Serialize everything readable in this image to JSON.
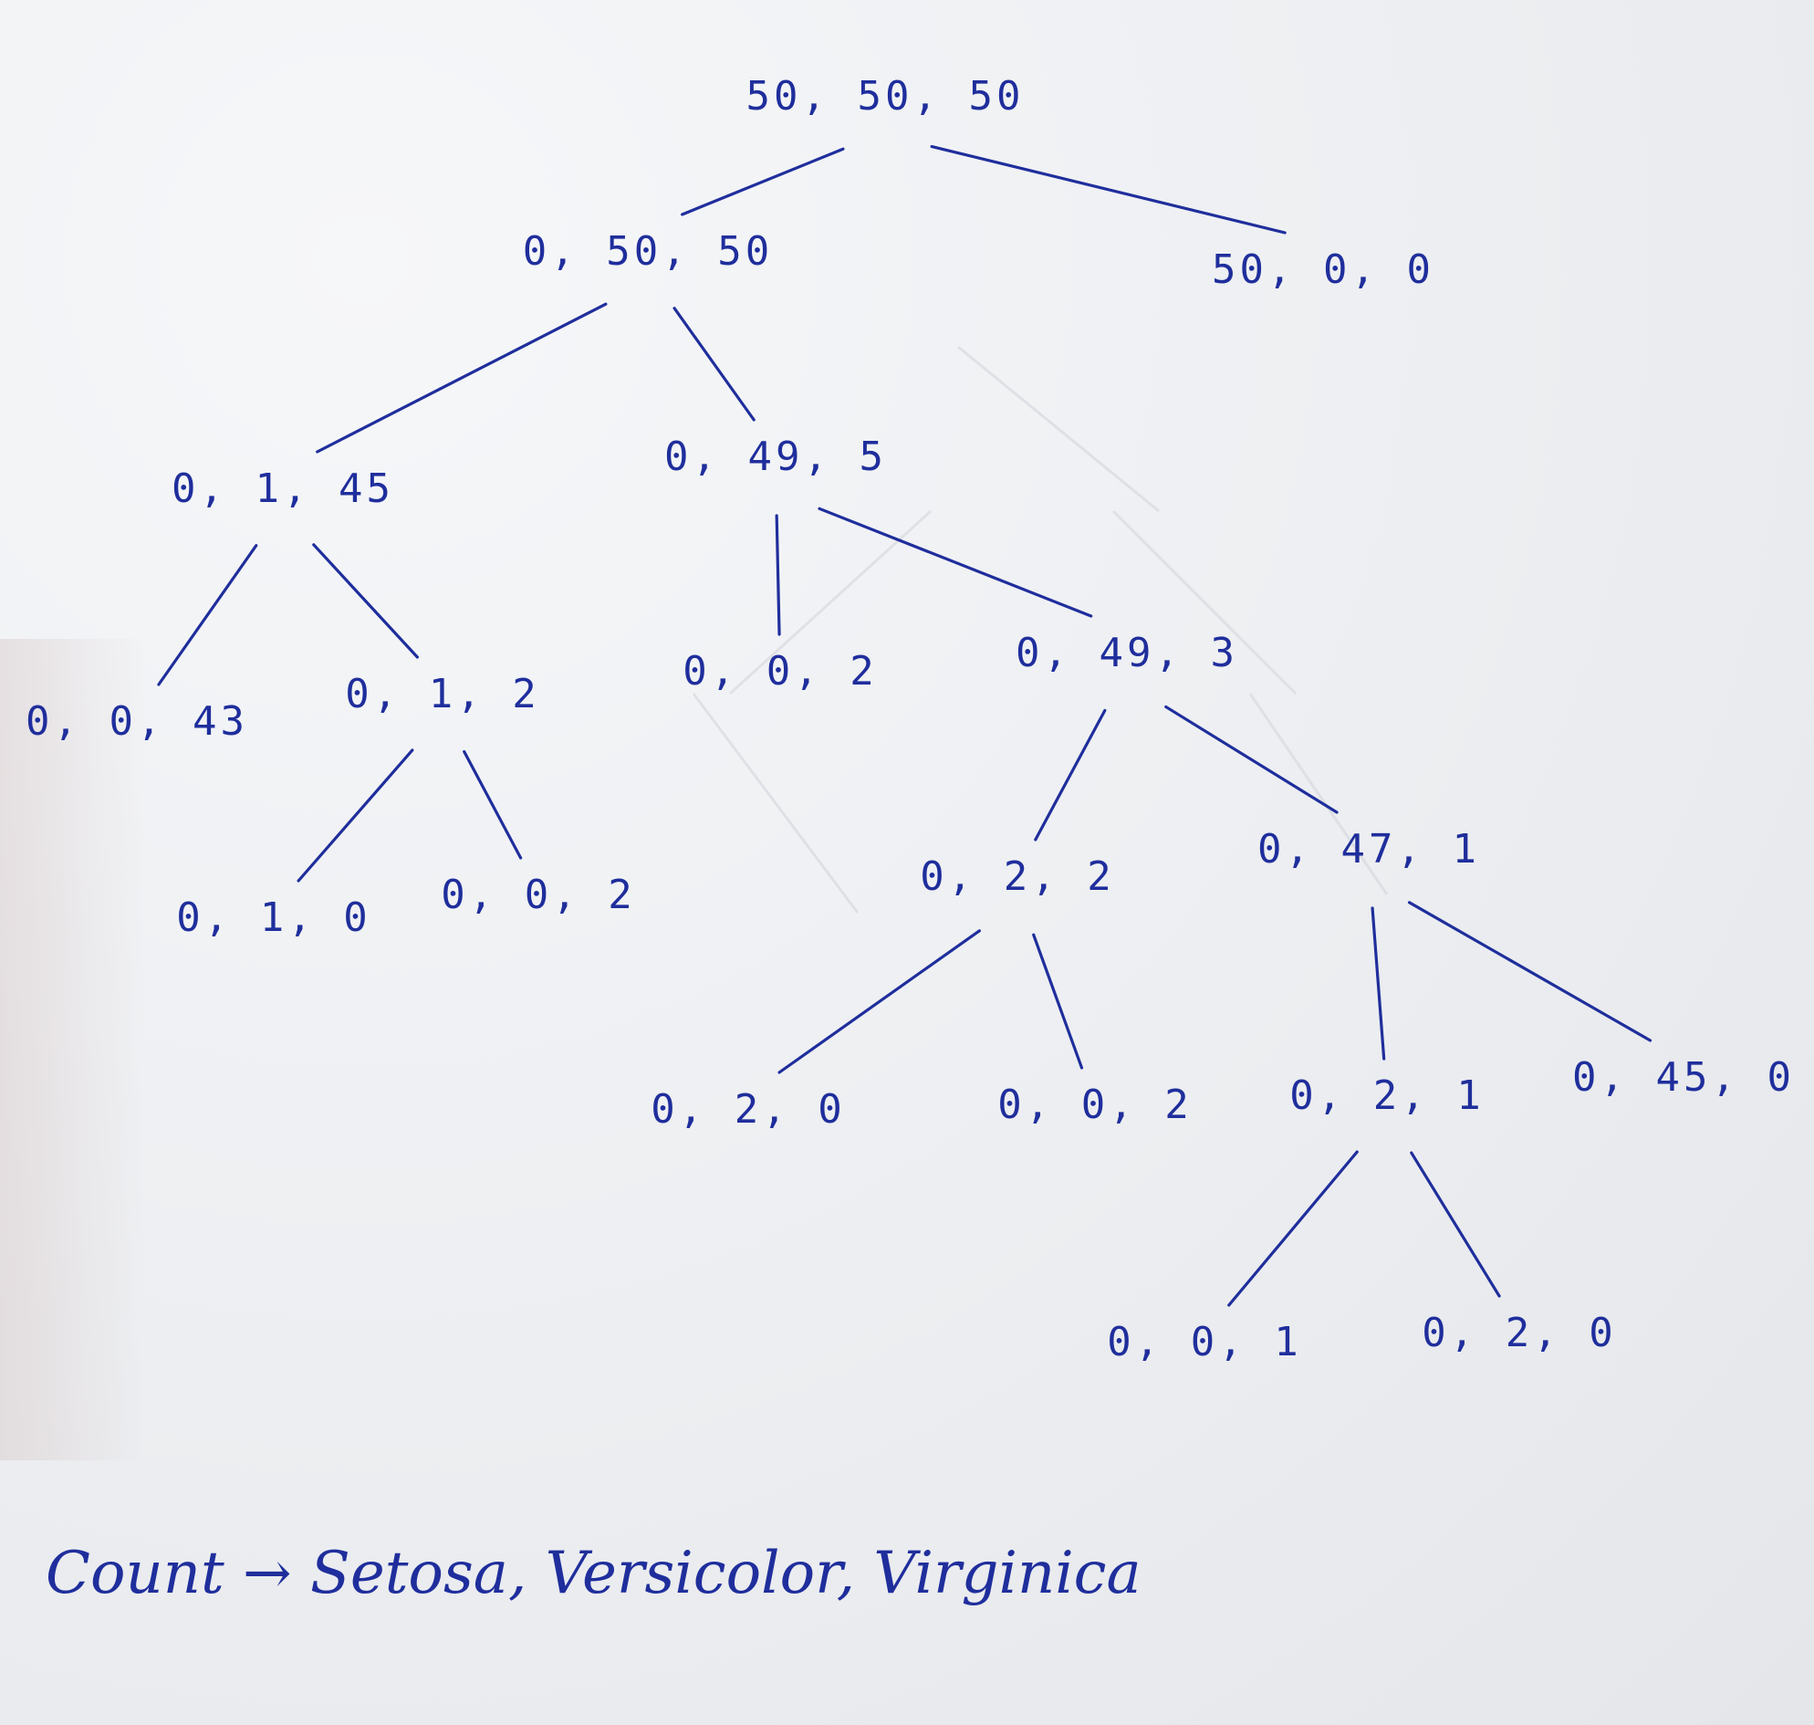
{
  "tree": {
    "nodes": [
      {
        "id": "root",
        "label": "50, 50, 50"
      },
      {
        "id": "n_0_50_50",
        "label": "0, 50, 50"
      },
      {
        "id": "n_50_0_0",
        "label": "50, 0, 0"
      },
      {
        "id": "n_0_1_45",
        "label": "0, 1, 45"
      },
      {
        "id": "n_0_49_5",
        "label": "0, 49, 5"
      },
      {
        "id": "n_0_0_43",
        "label": "0, 0, 43"
      },
      {
        "id": "n_0_1_2",
        "label": "0, 1, 2"
      },
      {
        "id": "n_0_0_2a",
        "label": "0, 0, 2"
      },
      {
        "id": "n_0_49_3",
        "label": "0, 49, 3"
      },
      {
        "id": "n_0_1_0",
        "label": "0, 1, 0"
      },
      {
        "id": "n_0_0_2b",
        "label": "0, 0, 2"
      },
      {
        "id": "n_0_2_2",
        "label": "0, 2, 2"
      },
      {
        "id": "n_0_47_1",
        "label": "0, 47, 1"
      },
      {
        "id": "n_0_2_0a",
        "label": "0, 2, 0"
      },
      {
        "id": "n_0_0_2c",
        "label": "0, 0, 2"
      },
      {
        "id": "n_0_2_1",
        "label": "0, 2, 1"
      },
      {
        "id": "n_0_45_0",
        "label": "0, 45, 0"
      },
      {
        "id": "n_0_0_1",
        "label": "0, 0, 1"
      },
      {
        "id": "n_0_2_0b",
        "label": "0, 2, 0"
      }
    ],
    "edges": [
      [
        "root",
        "n_0_50_50"
      ],
      [
        "root",
        "n_50_0_0"
      ],
      [
        "n_0_50_50",
        "n_0_1_45"
      ],
      [
        "n_0_50_50",
        "n_0_49_5"
      ],
      [
        "n_0_1_45",
        "n_0_0_43"
      ],
      [
        "n_0_1_45",
        "n_0_1_2"
      ],
      [
        "n_0_49_5",
        "n_0_0_2a"
      ],
      [
        "n_0_49_5",
        "n_0_49_3"
      ],
      [
        "n_0_1_2",
        "n_0_1_0"
      ],
      [
        "n_0_1_2",
        "n_0_0_2b"
      ],
      [
        "n_0_49_3",
        "n_0_2_2"
      ],
      [
        "n_0_49_3",
        "n_0_47_1"
      ],
      [
        "n_0_2_2",
        "n_0_2_0a"
      ],
      [
        "n_0_2_2",
        "n_0_0_2c"
      ],
      [
        "n_0_47_1",
        "n_0_2_1"
      ],
      [
        "n_0_47_1",
        "n_0_45_0"
      ],
      [
        "n_0_2_1",
        "n_0_0_1"
      ],
      [
        "n_0_2_1",
        "n_0_2_0b"
      ]
    ]
  },
  "legend": {
    "text": "Count → Setosa, Versicolor, Virginica"
  },
  "colors": {
    "ink": "#1f2e9c",
    "paper": "#eceef1"
  }
}
